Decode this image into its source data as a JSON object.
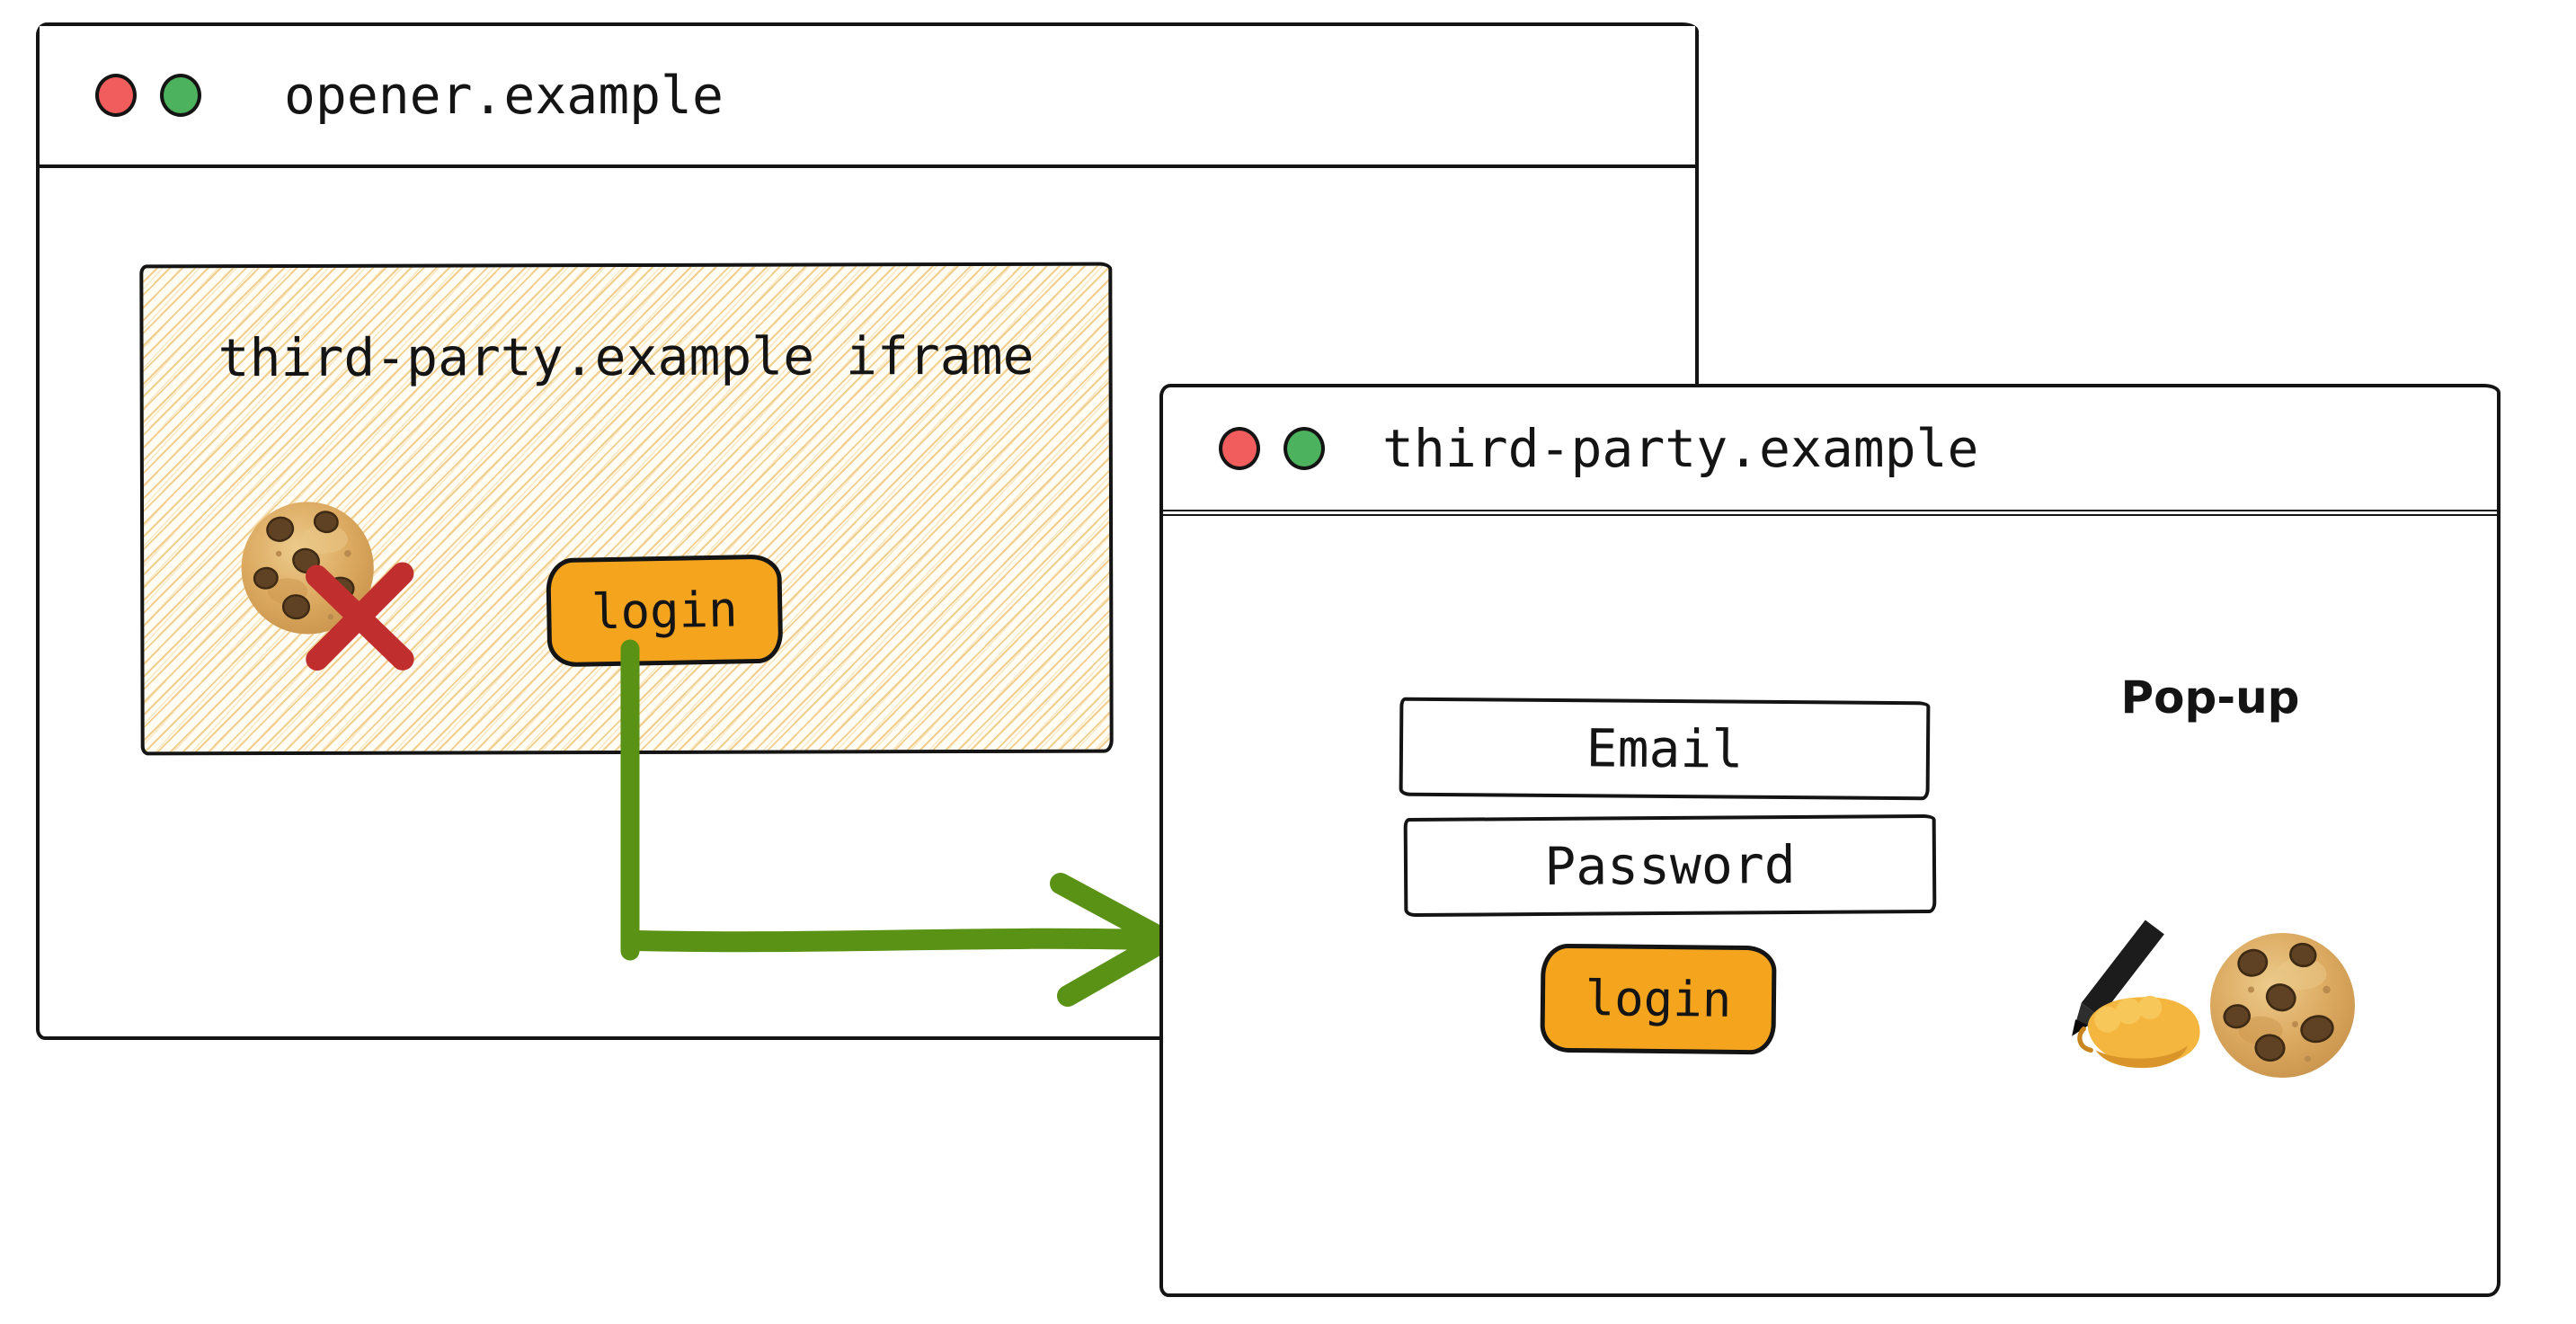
{
  "colors": {
    "accent-orange": "#F5A51D",
    "arrow-green": "#5A9216",
    "x-red": "#C12E2E",
    "dot-red": "#F15C5C",
    "dot-green": "#4DB25E",
    "ink": "#141414",
    "hatch-line": "#F2CF8F",
    "paper": "#FFFDF4"
  },
  "opener_window": {
    "title": "opener.example",
    "window_control_icons": [
      "red-dot-icon",
      "green-dot-icon"
    ],
    "iframe": {
      "heading": "third-party.example iframe",
      "login_button_label": "login",
      "icons": [
        "cookie-icon",
        "blocked-x-icon"
      ]
    }
  },
  "popup_window": {
    "title": "third-party.example",
    "popup_label": "Pop-up",
    "email_field_label": "Email",
    "password_field_label": "Password",
    "login_button_label": "login",
    "icons": [
      "writing-hand-icon",
      "cookie-icon"
    ],
    "window_control_icons": [
      "red-dot-icon",
      "green-dot-icon"
    ]
  },
  "arrow": {
    "icon": "login-to-popup-arrow",
    "color": "#5A9216"
  }
}
